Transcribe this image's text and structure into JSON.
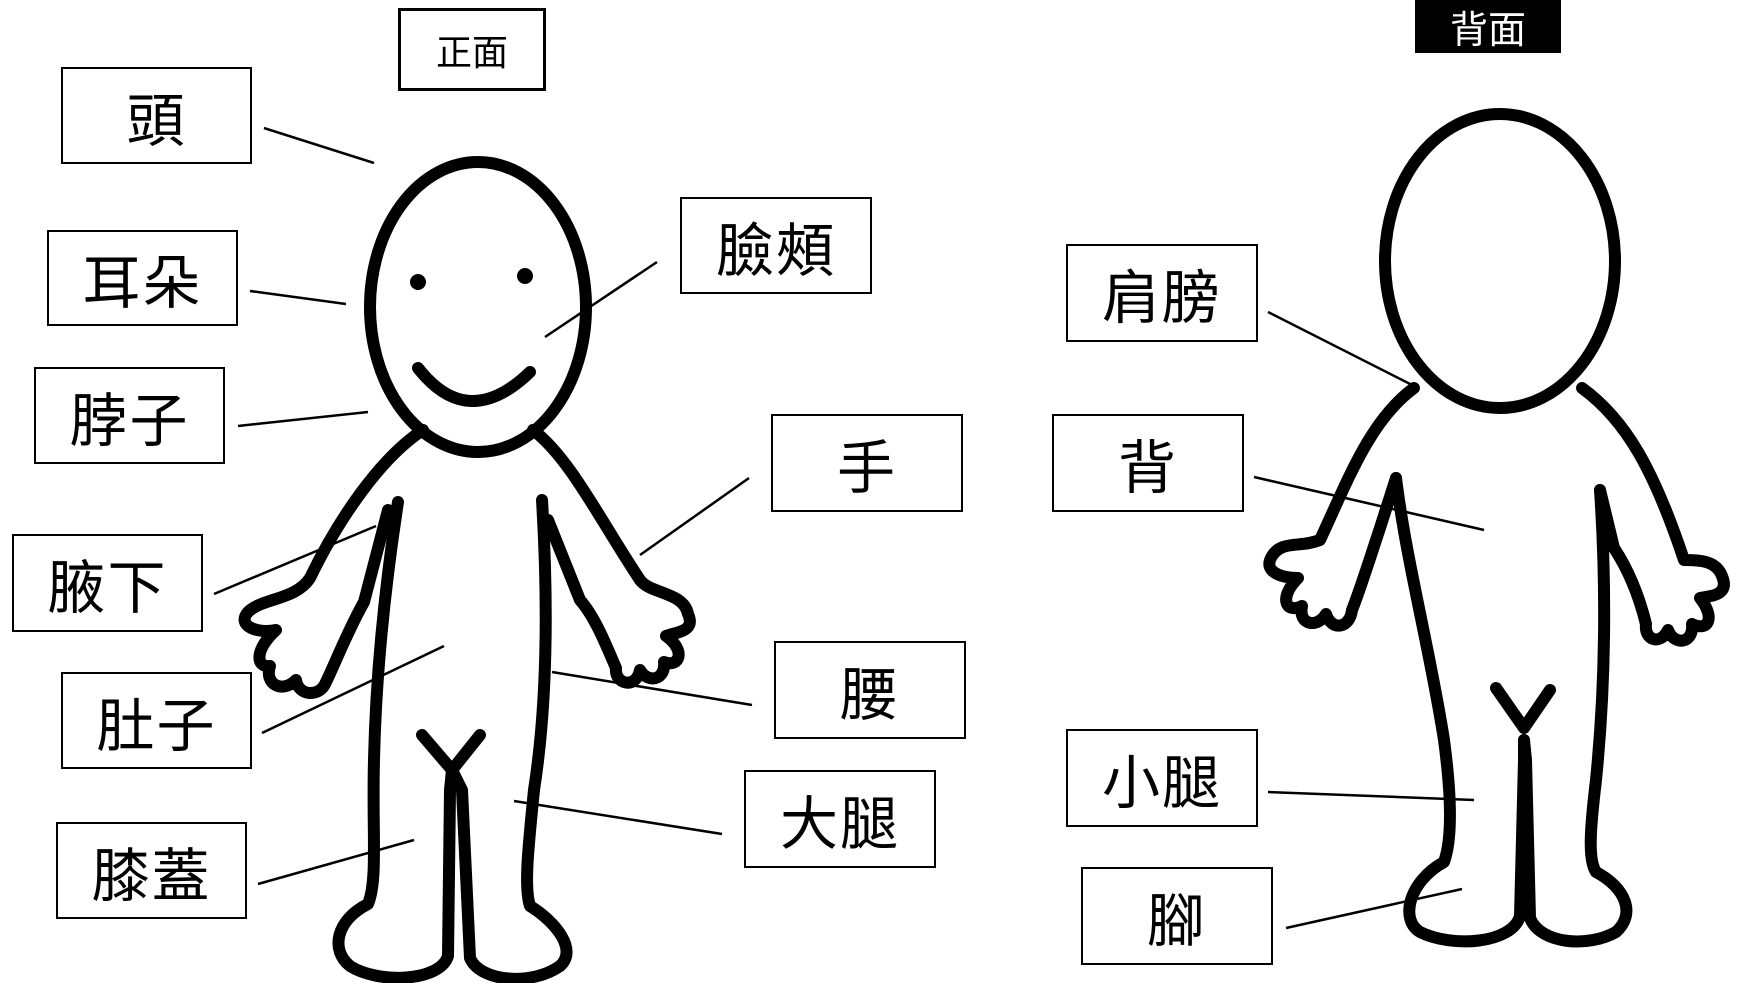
{
  "front": {
    "title": "正面",
    "labels": {
      "head": "頭",
      "ears": "耳朵",
      "neck": "脖子",
      "armpit": "腋下",
      "belly": "肚子",
      "knee": "膝蓋",
      "cheek": "臉頰",
      "hand": "手",
      "waist": "腰",
      "thigh": "大腿"
    }
  },
  "back": {
    "title": "背面",
    "labels": {
      "shoulder": "肩膀",
      "back": "背",
      "calf": "小腿",
      "foot": "腳"
    }
  },
  "colors": {
    "ink": "#000000",
    "paper": "#ffffff"
  }
}
